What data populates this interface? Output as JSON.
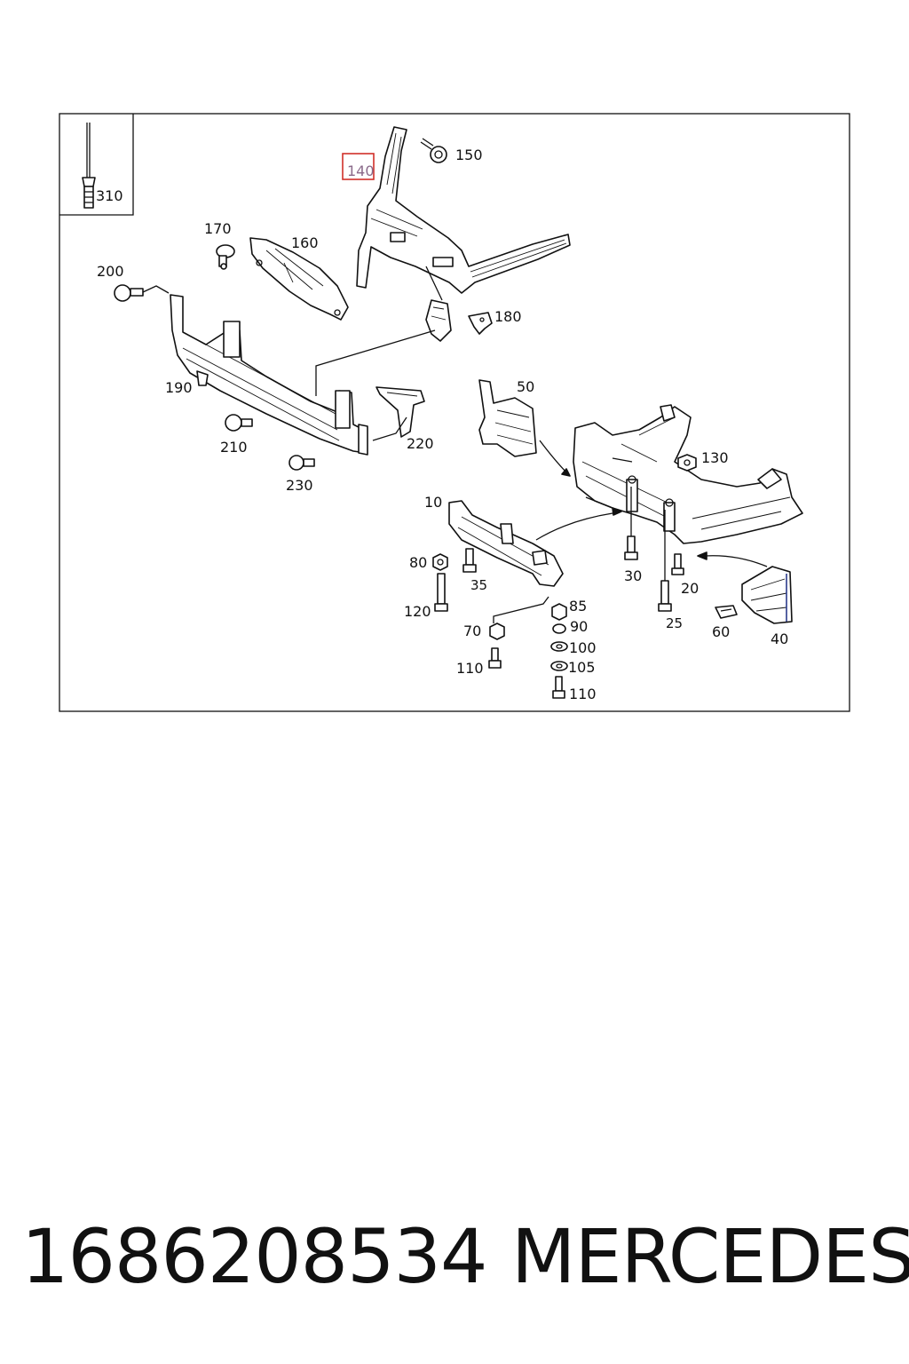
{
  "labels": {
    "l310": "310",
    "l140": "140",
    "l150": "150",
    "l170": "170",
    "l160": "160",
    "l200": "200",
    "l180": "180",
    "l190": "190",
    "l50": "50",
    "l210": "210",
    "l220": "220",
    "l130": "130",
    "l230": "230",
    "l10": "10",
    "l80": "80",
    "l35": "35",
    "l30": "30",
    "l20": "20",
    "l25": "25",
    "l120": "120",
    "l85": "85",
    "l90": "90",
    "l70": "70",
    "l100": "100",
    "l105": "105",
    "l110a": "110",
    "l110b": "110",
    "l60": "60",
    "l40": "40"
  },
  "footer": {
    "part_number": "1686208534",
    "brand": "MERCEDES"
  },
  "colors": {
    "highlight": "#d0302a",
    "line": "#111111"
  }
}
